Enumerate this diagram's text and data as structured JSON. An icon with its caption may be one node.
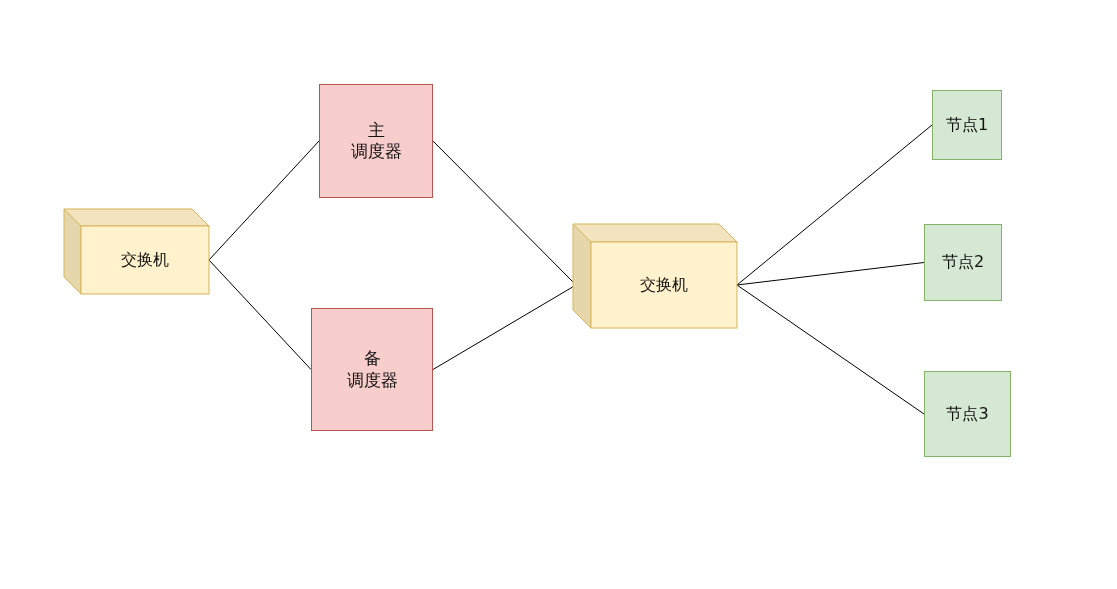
{
  "diagram": {
    "nodes": [
      {
        "text": [
          "交换机"
        ]
      },
      {
        "text": [
          "主",
          "调度器"
        ]
      },
      {
        "text": [
          "备",
          "调度器"
        ]
      },
      {
        "text": [
          "交换机"
        ]
      },
      {
        "text": [
          "节点1"
        ]
      },
      {
        "text": [
          "节点2"
        ]
      },
      {
        "text": [
          "节点3"
        ]
      }
    ],
    "edges": [
      {
        "from": 0,
        "to": 1,
        "arrow": "none"
      },
      {
        "from": 0,
        "to": 2,
        "arrow": "none"
      },
      {
        "from": 1,
        "to": 3,
        "arrow": "none"
      },
      {
        "from": 2,
        "to": 3,
        "arrow": "none"
      },
      {
        "from": 3,
        "to": 4,
        "arrow": "none"
      },
      {
        "from": 3,
        "to": 5,
        "arrow": "none"
      },
      {
        "from": 3,
        "to": 6,
        "arrow": "none"
      }
    ]
  }
}
